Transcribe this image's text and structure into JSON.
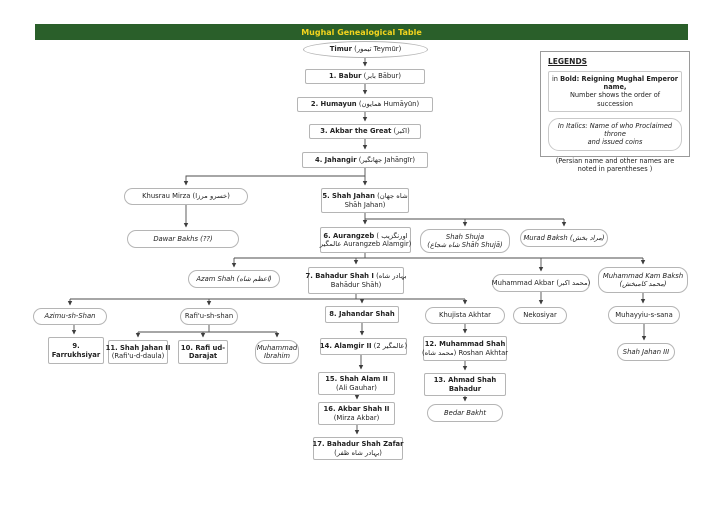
{
  "title": "Mughal Genealogical Table",
  "colors": {
    "header_bg": "#2A5F2A",
    "header_text": "#F2D41E",
    "node_border": "#b5b5b5",
    "wire": "#4d4d4d"
  },
  "legend": {
    "title": "LEGENDS",
    "bold_item": {
      "prefix": "in ",
      "bold": "Bold: Reigning Mughal Emperor name,",
      "line2": "Number shows the order of succession"
    },
    "italic_item": {
      "line1": "In Italics: Name of who Proclaimed throne",
      "line2": "and issued coins"
    },
    "note": "(Persian name and other names are noted in parentheses )"
  },
  "nodes": {
    "timur": {
      "name": "Timur",
      "suffix": " (تیمور Teymūr)"
    },
    "babur": {
      "name": "1. Babur",
      "suffix": " (بابر Bābur)"
    },
    "humayun": {
      "name": "2. Humayun",
      "suffix": " (همایون Humāyūn)"
    },
    "akbar1": {
      "name": "3. Akbar the Great",
      "suffix": " (اکبر)"
    },
    "jahangir": {
      "name": "4. Jahangir",
      "suffix": " (جهانگیر Jahāngīr)"
    },
    "khusrau": {
      "text": "Khusrau Mirza (خسرو مرزا)"
    },
    "shahjahan": {
      "name": "5. Shah Jahan",
      "suffix": " (شاه جهان",
      "line2": "Shāh Jahan)"
    },
    "dawar": {
      "text": "Dawar Bakhs (??)"
    },
    "aurangzeb": {
      "name": "6. Aurangzeb",
      "suffix": " ( اورنگزیب",
      "line2": "عالمگیر Aurangzeb Alamgir)"
    },
    "shahshuja": {
      "line1": "Shah Shuja",
      "line2": "(شاه شجاع Shāh Shujā)"
    },
    "murad": {
      "text": "Murad Baksh (مراد بخش)"
    },
    "azamshah": {
      "text": "Azam Shah (اعظم شاه)"
    },
    "bahadur1": {
      "name": "7. Bahadur Shah I",
      "suffix": " (بہادر شاه",
      "line2": "Bahādur Shāh)"
    },
    "makbar": {
      "text": "Muhammad Akbar (محمد اکبر)"
    },
    "kambaksh": {
      "line1": "Muhammad Kam Baksh",
      "line2": "(محمد کامبخش)"
    },
    "azimu": {
      "text": "Azimu-sh-Shan"
    },
    "rafiu": {
      "text": "Rafi'u-sh-shan"
    },
    "jahandar": {
      "name": "8. Jahandar Shah"
    },
    "khujista": {
      "text": "Khujista Akhtar"
    },
    "nekosiyar": {
      "text": "Nekosiyar"
    },
    "muhayyiu": {
      "text": "Muhayyiu-s-sana"
    },
    "farrukhsiyar": {
      "name": "9.",
      "name2": "Farrukhsiyar"
    },
    "shahjahan2": {
      "name": "11. Shah Jahan II",
      "line2": "(Rafi'u-d-daula)"
    },
    "rafidarajat": {
      "name": "10. Rafi ud-",
      "name2": "Darajat"
    },
    "mibrahim": {
      "line1": "Muhammad",
      "line2": "Ibrahim"
    },
    "alamgir2": {
      "name": "14. Alamgir II",
      "suffix": " (عالمگیر 2)"
    },
    "mshah12": {
      "name": "12. Muhammad Shah",
      "line2": "(محمد شاه) Roshan Akhtar"
    },
    "shahalam2": {
      "name": "15. Shah Alam II",
      "line2": "(Ali Gauhar)"
    },
    "ahmadshah": {
      "name": "13. Ahmad Shah",
      "name2": "Bahadur"
    },
    "akbarshah2": {
      "name": "16. Akbar Shah II",
      "line2": "(Mirza Akbar)"
    },
    "bedar": {
      "text": "Bedar Bakht"
    },
    "zafar": {
      "name": "17. Bahadur Shah Zafar",
      "line2": "(بہادر شاه ظفر)"
    },
    "shahjahan3": {
      "text": "Shah Jahan III"
    }
  },
  "edges": [
    "Timur > Babur",
    "Babur > Humayun",
    "Humayun > Akbar the Great",
    "Akbar the Great > Jahangir",
    "Jahangir > Khusrau Mirza",
    "Jahangir > Shah Jahan",
    "Khusrau Mirza > Dawar Bakhs",
    "Shah Jahan > Aurangzeb",
    "Shah Jahan > Shah Shuja",
    "Shah Jahan > Murad Baksh",
    "Aurangzeb > Azam Shah",
    "Aurangzeb > Bahadur Shah I",
    "Aurangzeb > Muhammad Akbar",
    "Aurangzeb > Muhammad Kam Baksh",
    "Bahadur Shah I > Azimu-sh-Shan",
    "Bahadur Shah I > Rafi'u-sh-shan",
    "Bahadur Shah I > Jahandar Shah",
    "Bahadur Shah I > Khujista Akhtar",
    "Muhammad Akbar > Nekosiyar",
    "Muhammad Kam Baksh > Muhayyiu-s-sana",
    "Muhayyiu-s-sana > Shah Jahan III",
    "Azimu-sh-Shan > Farrukhsiyar",
    "Rafi'u-sh-shan > Shah Jahan II",
    "Rafi'u-sh-shan > Rafi ud-Darajat",
    "Rafi'u-sh-shan > Muhammad Ibrahim",
    "Jahandar Shah > Alamgir II",
    "Khujista Akhtar > Muhammad Shah",
    "Alamgir II > Shah Alam II",
    "Muhammad Shah > Ahmad Shah Bahadur",
    "Shah Alam II > Akbar Shah II",
    "Ahmad Shah Bahadur > Bedar Bakht",
    "Akbar Shah II > Bahadur Shah Zafar"
  ]
}
